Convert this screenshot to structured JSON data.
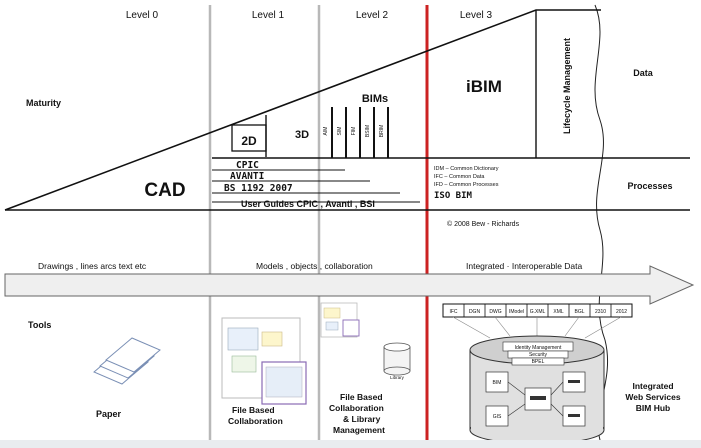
{
  "levels": [
    "Level 0",
    "Level 1",
    "Level 2",
    "Level 3"
  ],
  "rows": {
    "maturity": "Maturity",
    "data": "Data",
    "processes": "Processes",
    "tools": "Tools"
  },
  "stages": {
    "cad": "CAD",
    "two_d": "2D",
    "three_d": "3D",
    "bims": "BIMs",
    "ibim": "iBIM",
    "lifecycle": "Lifecycle Management"
  },
  "bim_bars": [
    "AIM",
    "SIM",
    "FIM",
    "BSIM",
    "BRIM"
  ],
  "standards_left": [
    "CPIC",
    "AVANTI",
    "BS 1192  2007",
    "User Guides CPIC , Avanti , BSI"
  ],
  "standards_right": [
    "IDM – Common Dictionary",
    "IFC – Common Data",
    "IFD – Common Processes",
    "ISO BIM"
  ],
  "copyright": "©  2008 Bew - Richards",
  "arrow_labels": [
    "Drawings ,  lines arcs text etc",
    "Models ,  objects , collaboration",
    "Integrated ·  Interoperable Data"
  ],
  "tools": {
    "paper": "Paper",
    "l1": [
      "File Based",
      "Collaboration"
    ],
    "l2": [
      "File Based",
      "Collaboration",
      "& Library",
      "Management"
    ],
    "library": "Library",
    "l3": [
      "Integrated",
      "Web Services",
      "BIM Hub"
    ]
  },
  "formats": [
    "IFC",
    "DGN",
    "DWG",
    "IModel",
    "G.XML",
    "XML",
    "BGL",
    "2310",
    "2012"
  ],
  "hub_bands": [
    "Identity Management",
    "Security",
    "BPEL"
  ],
  "hub_nodes": [
    "BIM",
    "GIS"
  ]
}
